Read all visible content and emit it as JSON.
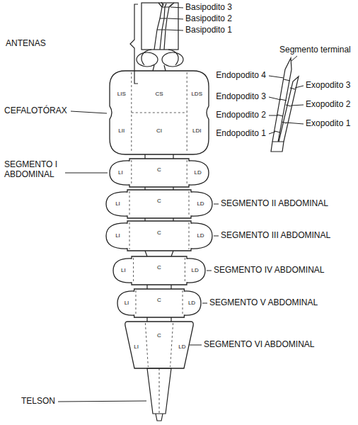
{
  "diagram": {
    "nodes": [
      {
        "text": [
          "LIS",
          "CS",
          "LDS",
          "LII",
          "CI",
          "LDI"
        ]
      },
      {
        "text": [
          "LI",
          "C",
          "LD"
        ]
      },
      {
        "text": [
          "LI",
          "C",
          "LD"
        ]
      },
      {
        "text": [
          "LI",
          "C",
          "LD"
        ]
      },
      {
        "text": [
          "LI",
          "C",
          "LD"
        ]
      },
      {
        "text": [
          "LI",
          "C",
          "LD"
        ]
      },
      {
        "text": [
          "LI",
          "C",
          "LD"
        ]
      }
    ],
    "labels": [
      "ANTENAS",
      "Basipodito 3",
      "Basipodito 2",
      "Basipodito 1",
      "Segmento terminal",
      "Endopodito 4",
      "Endopodito 3",
      "Endopodito 2",
      "Endopodito 1",
      "Exopodito 3",
      "Exopodito 2",
      "Exopodito 1",
      "CEFALOTÓRAX",
      "SEGMENTO I ABDOMINAL",
      "SEGMENTO II ABDOMINAL",
      "SEGMENTO III ABDOMINAL",
      "SEGMENTO IV ABDOMINAL",
      "SEGMENTO V ABDOMINAL",
      "SEGMENTO VI ABDOMINAL",
      "TELSON"
    ]
  }
}
